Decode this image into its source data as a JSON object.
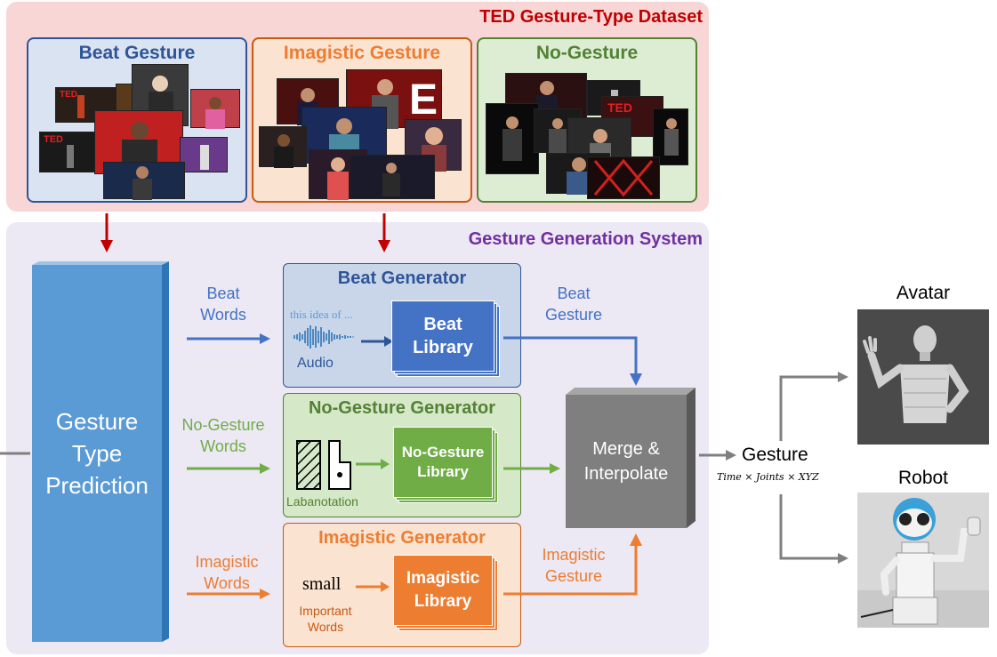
{
  "dataset": {
    "title": "TED Gesture-Type Dataset",
    "panels": {
      "beat": "Beat Gesture",
      "imagistic": "Imagistic Gesture",
      "no_gesture": "No-Gesture"
    },
    "thumb_text": {
      "ted": "TED"
    }
  },
  "system": {
    "title": "Gesture Generation System",
    "prediction": [
      "Gesture",
      "Type",
      "Prediction"
    ],
    "word_labels": {
      "beat": [
        "Beat",
        "Words"
      ],
      "no_gesture": [
        "No-Gesture",
        "Words"
      ],
      "imagistic": [
        "Imagistic",
        "Words"
      ]
    },
    "beat_generator": {
      "title": "Beat Generator",
      "transcript": "this idea of ...",
      "audio_label": "Audio",
      "library": [
        "Beat",
        "Library"
      ]
    },
    "no_gesture_generator": {
      "title": "No-Gesture Generator",
      "labanotation_label": "Labanotation",
      "library": [
        "No-Gesture",
        "Library"
      ]
    },
    "imagistic_generator": {
      "title": "Imagistic Generator",
      "word_example": "small",
      "important_label": [
        "Important",
        "Words"
      ],
      "library": [
        "Imagistic",
        "Library"
      ]
    },
    "output_labels": {
      "beat": [
        "Beat",
        "Gesture"
      ],
      "imagistic": [
        "Imagistic",
        "Gesture"
      ]
    },
    "merge": [
      "Merge &",
      "Interpolate"
    ]
  },
  "output": {
    "gesture_label": "Gesture",
    "formula": "Time × Joints × XYZ",
    "avatar_label": "Avatar",
    "robot_label": "Robot"
  },
  "colors": {
    "beat": "#4472c4",
    "no_gesture": "#70ad47",
    "imagistic": "#ed7d31",
    "dataset_title": "#c00000",
    "system_title": "#7030a0",
    "arrow_red": "#c00000",
    "gray": "#7f7f7f"
  }
}
